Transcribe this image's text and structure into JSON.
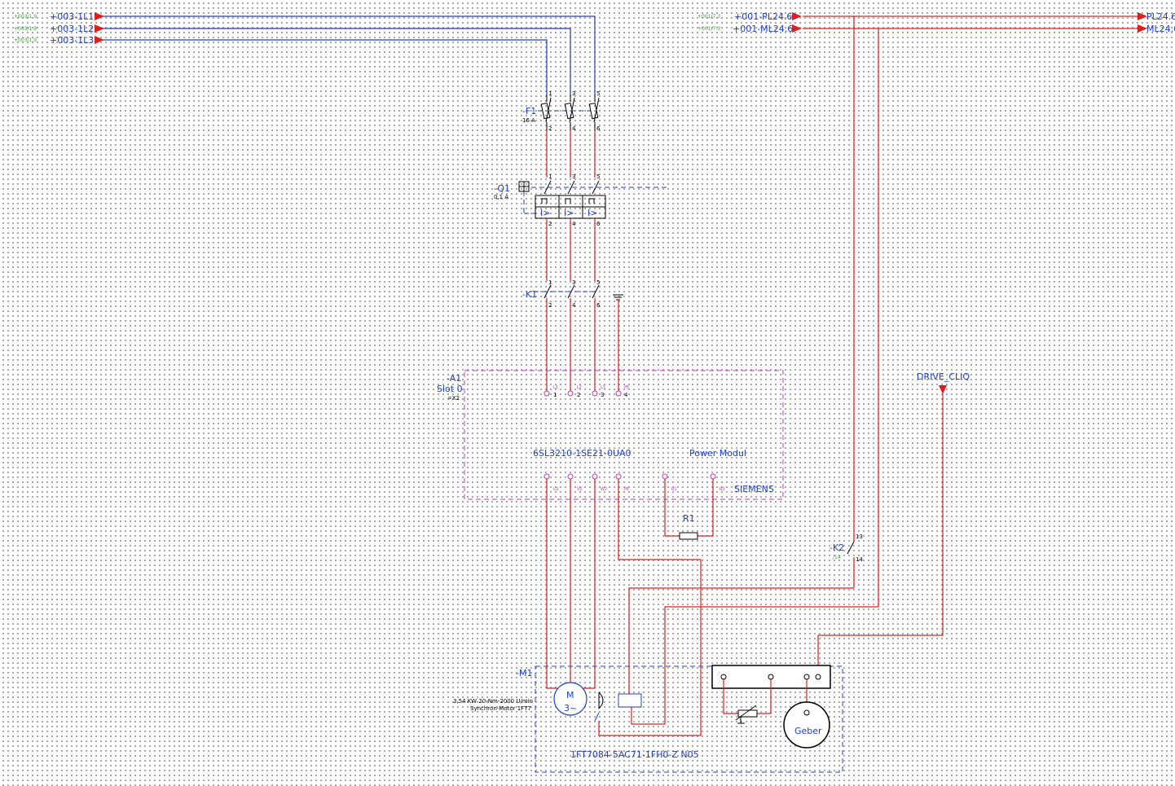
{
  "labels": {
    "l1": "+003-1L1",
    "l2": "+003-1L2",
    "l3": "+003-1L3",
    "ref_l": "+003/1.9",
    "pl": "+001-PL24.6",
    "ml": "+001-ML24.6",
    "ref_pl": "+001/7.3",
    "ref_ml": "+001/7.3",
    "pl_out": "PL24.6",
    "ml_out": "ML24.6",
    "f1": "-F1",
    "f1_rating": "16 A",
    "q1": "-Q1",
    "q1_rating": "0,1 A",
    "q1_trip": "I>",
    "k1": "-K1",
    "a1": "-A1",
    "slot": "Slot 0",
    "x2": "=X2",
    "part_number": "6SL3210-1SE21-0UA0",
    "power_modul": "Power Modul",
    "siemens": "SIEMENS",
    "r1": "R1",
    "k2": "-K2",
    "k2_ref": "/14",
    "drive_cliq": "DRIVE_CLIQ",
    "m1": "-M1",
    "motor_m": "M",
    "motor_3": "3~",
    "motor_spec1": "3,54 KW 20-Nm-2000 U/min",
    "motor_spec2": "Synchron-Motor 1FT7",
    "motor_part": "1FT7084-5AC71-1FH0-Z N05",
    "geber": "Geber"
  },
  "pins": {
    "p1": "1",
    "p2": "2",
    "p3": "3",
    "p4": "4",
    "p5": "5",
    "p6": "6",
    "k2_13": "13",
    "k2_14": "14",
    "a1_in_1": "1",
    "a1_in_2": "2",
    "a1_in_3": "3",
    "a1_in_4": "4",
    "m_l1": "L1",
    "m_l2": "L2",
    "m_l3": "L3",
    "m_pe": "PE",
    "m_u2": "U2",
    "m_v2": "V2",
    "m_w2": "W2",
    "m_pe2": "PE",
    "m_r1": "R1",
    "m_r2": "R2"
  },
  "colors": {
    "supply_wire": "#1f3fbf",
    "control_wire": "#d82020",
    "module_border": "#c030c0",
    "text": "#1f3fbf"
  }
}
